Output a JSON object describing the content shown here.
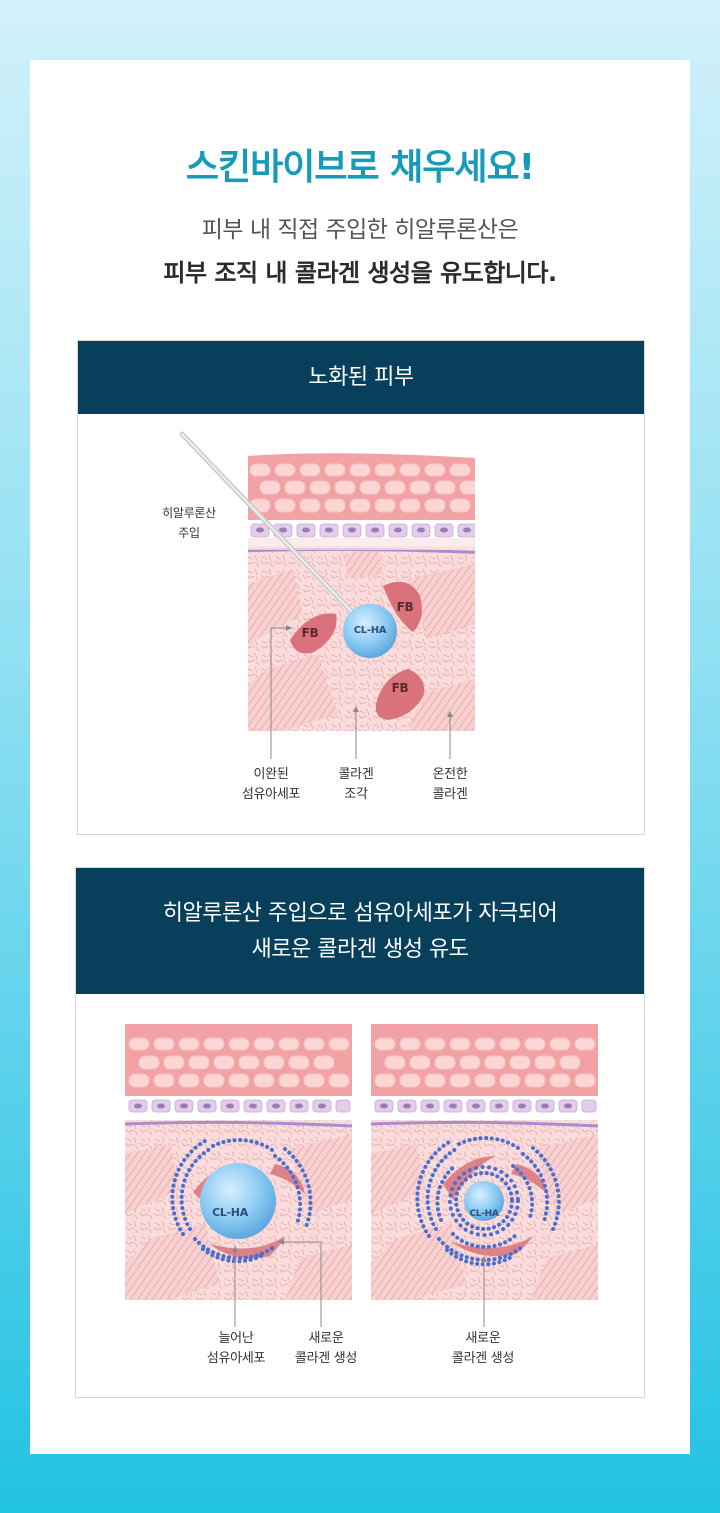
{
  "header": {
    "headline": "스킨바이브로 채우세요!",
    "subtitle_line1": "피부 내 직접 주입한 히알루론산은",
    "subtitle_line2": "피부 조직 내 콜라겐 생성을 유도합니다."
  },
  "panel_aged": {
    "title": "노화된 피부",
    "injection_label_line1": "히알루론산",
    "injection_label_line2": "주입",
    "cell_label": "FB",
    "ha_label": "CL-HA",
    "callout_relaxed_fibroblast_line1": "이완된",
    "callout_relaxed_fibroblast_line2": "섬유아세포",
    "callout_collagen_fragment_line1": "콜라겐",
    "callout_collagen_fragment_line2": "조각",
    "callout_intact_collagen_line1": "온전한",
    "callout_intact_collagen_line2": "콜라겐"
  },
  "panel_new": {
    "title_line1": "히알루론산 주입으로 섬유아세포가 자극되어",
    "title_line2": "새로운 콜라겐 생성 유도",
    "ha_label_left": "CL-HA",
    "ha_label_right": "CL-HA",
    "callout_stretched_fibroblast_line1": "늘어난",
    "callout_stretched_fibroblast_line2": "섬유아세포",
    "callout_new_collagen_line1": "새로운",
    "callout_new_collagen_line2": "콜라겐 생성",
    "callout_new_collagen_right_line1": "새로운",
    "callout_new_collagen_right_line2": "콜라겐 생성"
  },
  "colors": {
    "headline": "#169bb8",
    "panel_header": "#08405c",
    "skin_top": "#f3a2a5",
    "dermis": "#f9dcdb",
    "ha_sphere": "#7dc4ef",
    "fibroblast": "#d9727a",
    "collagen_dots": "#4a6fcf"
  }
}
